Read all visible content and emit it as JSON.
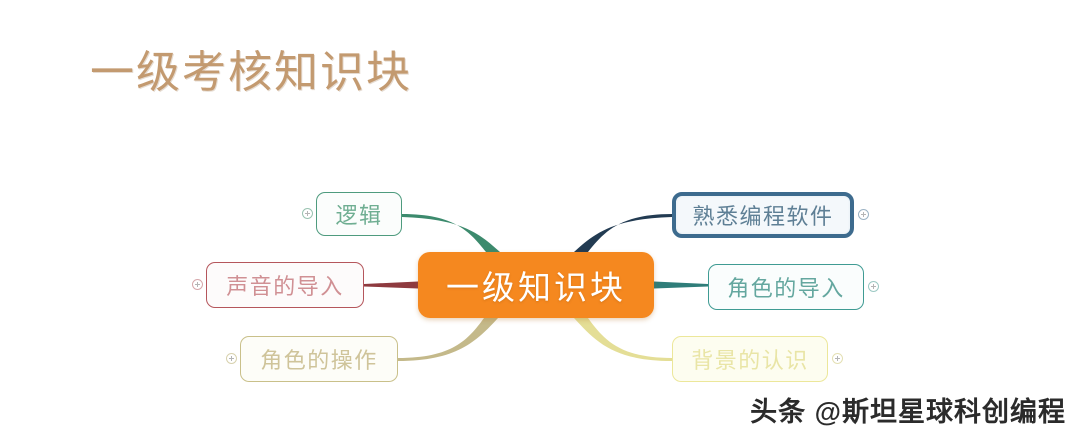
{
  "page": {
    "title": "一级考核知识块",
    "background_color": "#ffffff",
    "title_color": "#c39a70"
  },
  "mindmap": {
    "center": {
      "label": "一级知识块",
      "fill_color": "#f5881f",
      "text_color": "#ffffff"
    },
    "branches": [
      {
        "id": "logic",
        "label": "逻辑",
        "border_color": "#4e9b7e",
        "text_color": "#6fae92",
        "connector_color": "#3c8a6d",
        "side": "left",
        "position": "top"
      },
      {
        "id": "sound",
        "label": "声音的导入",
        "border_color": "#b5565c",
        "text_color": "#d09094",
        "connector_color": "#8e3a3f",
        "side": "left",
        "position": "middle"
      },
      {
        "id": "role-operation",
        "label": "角色的操作",
        "border_color": "#c9c08a",
        "text_color": "#cfc49a",
        "connector_color": "#c4b98a",
        "side": "left",
        "position": "bottom"
      },
      {
        "id": "software",
        "label": "熟悉编程软件",
        "border_color": "#3d6b8e",
        "text_color": "#5e7f95",
        "connector_color": "#223b52",
        "side": "right",
        "position": "top"
      },
      {
        "id": "role-import",
        "label": "角色的导入",
        "border_color": "#3f9b93",
        "text_color": "#64a79f",
        "connector_color": "#2f7d79",
        "side": "right",
        "position": "middle"
      },
      {
        "id": "background",
        "label": "背景的认识",
        "border_color": "#ece79a",
        "text_color": "#e9e5a6",
        "connector_color": "#e4de96",
        "side": "right",
        "position": "bottom"
      }
    ],
    "expander_icon": "plus-circle-icon"
  },
  "watermark": {
    "text": "头条 @斯坦星球科创编程"
  }
}
